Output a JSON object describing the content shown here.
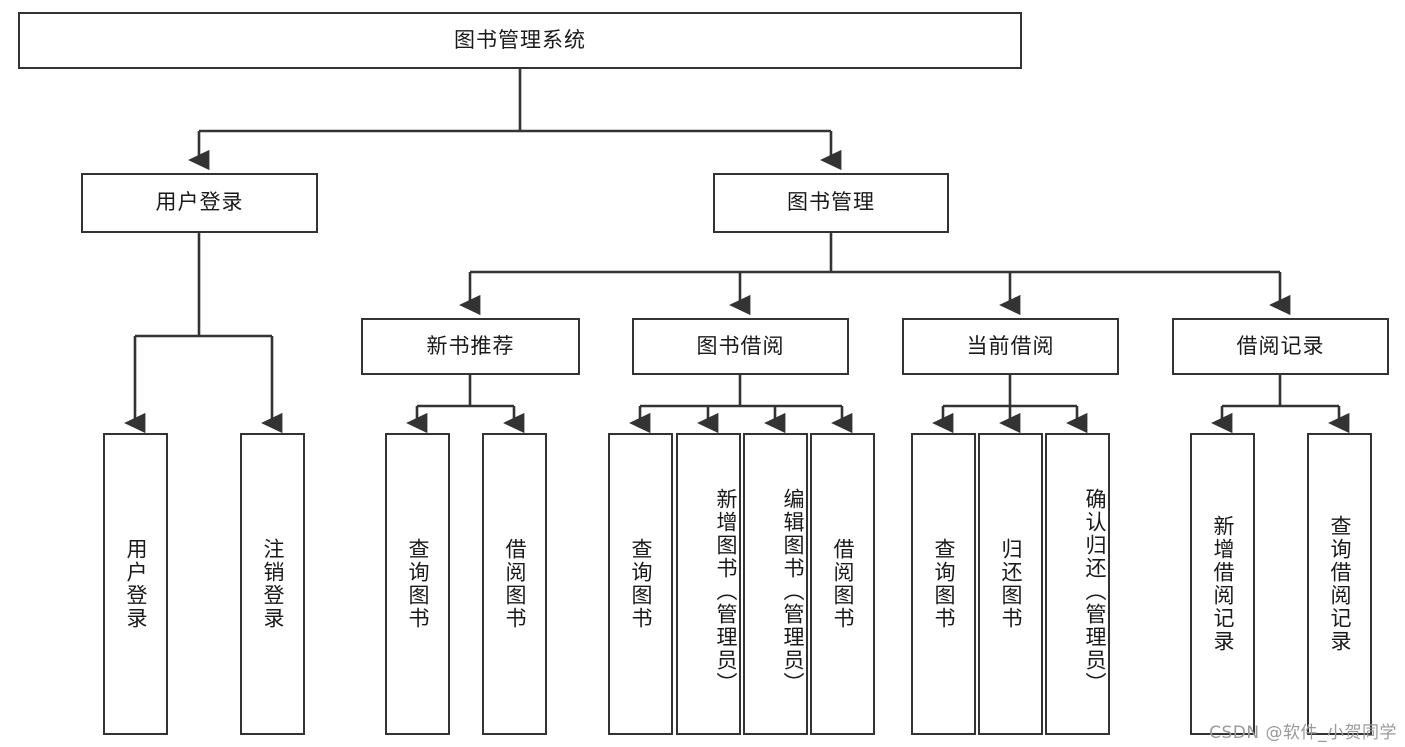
{
  "diagram": {
    "type": "tree-hierarchy",
    "title": "图书管理系统",
    "root": {
      "id": "root",
      "label": "图书管理系统",
      "orientation": "horizontal"
    },
    "level2": [
      {
        "id": "user-login",
        "label": "用户登录",
        "orientation": "horizontal"
      },
      {
        "id": "book-manage",
        "label": "图书管理",
        "orientation": "horizontal"
      }
    ],
    "level3": [
      {
        "id": "new-book-rec",
        "label": "新书推荐",
        "orientation": "horizontal",
        "parent": "book-manage"
      },
      {
        "id": "book-borrow",
        "label": "图书借阅",
        "orientation": "horizontal",
        "parent": "book-manage"
      },
      {
        "id": "current-borrow",
        "label": "当前借阅",
        "orientation": "horizontal",
        "parent": "book-manage"
      },
      {
        "id": "borrow-record",
        "label": "借阅记录",
        "orientation": "horizontal",
        "parent": "book-manage"
      }
    ],
    "leaves": [
      {
        "id": "leaf-user-login",
        "label": "用户登录",
        "orientation": "vertical",
        "parent": "user-login"
      },
      {
        "id": "leaf-user-logout",
        "label": "注销登录",
        "orientation": "vertical",
        "parent": "user-login"
      },
      {
        "id": "leaf-query-book-1",
        "label": "查询图书",
        "orientation": "vertical",
        "parent": "new-book-rec"
      },
      {
        "id": "leaf-borrow-book-1",
        "label": "借阅图书",
        "orientation": "vertical",
        "parent": "new-book-rec"
      },
      {
        "id": "leaf-query-book-2",
        "label": "查询图书",
        "orientation": "vertical",
        "parent": "book-borrow"
      },
      {
        "id": "leaf-add-book",
        "label": "新增图书（管理员）",
        "orientation": "vertical",
        "parent": "book-borrow"
      },
      {
        "id": "leaf-edit-book",
        "label": "编辑图书（管理员）",
        "orientation": "vertical",
        "parent": "book-borrow"
      },
      {
        "id": "leaf-borrow-book-2",
        "label": "借阅图书",
        "orientation": "vertical",
        "parent": "book-borrow"
      },
      {
        "id": "leaf-query-book-3",
        "label": "查询图书",
        "orientation": "vertical",
        "parent": "current-borrow"
      },
      {
        "id": "leaf-return-book",
        "label": "归还图书",
        "orientation": "vertical",
        "parent": "current-borrow"
      },
      {
        "id": "leaf-confirm-return",
        "label": "确认归还（管理员）",
        "orientation": "vertical",
        "parent": "current-borrow"
      },
      {
        "id": "leaf-add-record",
        "label": "新增借阅记录",
        "orientation": "vertical",
        "parent": "borrow-record"
      },
      {
        "id": "leaf-query-record",
        "label": "查询借阅记录",
        "orientation": "vertical",
        "parent": "borrow-record"
      }
    ],
    "watermark": "CSDN @软件_小贺同学",
    "colors": {
      "stroke": "#333333",
      "fill": "#ffffff",
      "text": "#1a1a1a",
      "watermark": "#9a9a9a"
    }
  }
}
